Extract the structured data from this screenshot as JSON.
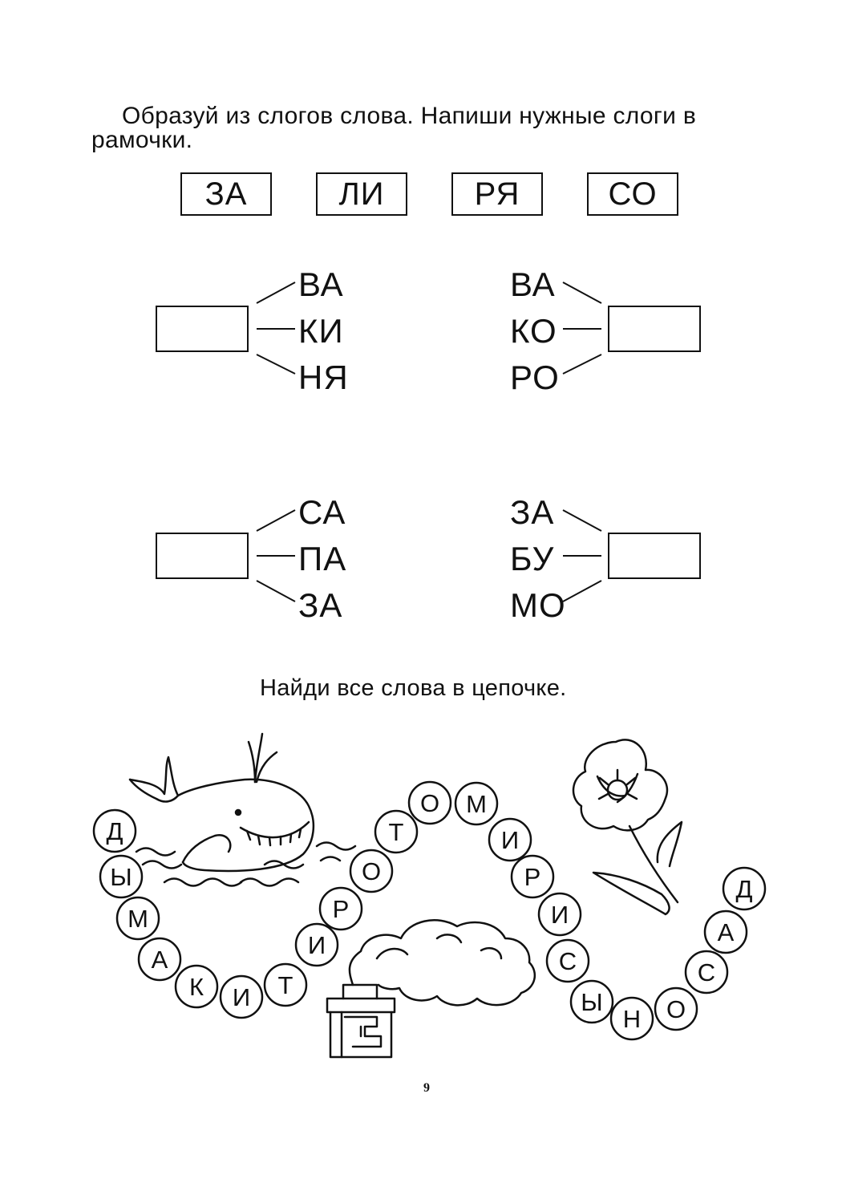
{
  "task1": {
    "instruction_line1": "Образуй из слогов слова. Напиши нужные слоги в",
    "instruction_line2": "рамочки.",
    "syllables": [
      "ЗА",
      "ЛИ",
      "РЯ",
      "СО"
    ]
  },
  "groups": [
    {
      "side": "left",
      "syllables": [
        "ВА",
        "КИ",
        "НЯ"
      ]
    },
    {
      "side": "right",
      "syllables": [
        "ВА",
        "КО",
        "РО"
      ]
    },
    {
      "side": "left",
      "syllables": [
        "СА",
        "ПА",
        "ЗА"
      ]
    },
    {
      "side": "right",
      "syllables": [
        "ЗА",
        "БУ",
        "МО"
      ]
    }
  ],
  "task2": {
    "instruction": "Найди все слова в цепочке.",
    "chain_letters": [
      "Д",
      "Ы",
      "М",
      "А",
      "К",
      "И",
      "Т",
      "И",
      "Р",
      "О",
      "Т",
      "О",
      "М",
      "И",
      "Р",
      "И",
      "С",
      "Ы",
      "Н",
      "О",
      "С",
      "А",
      "Д"
    ]
  },
  "page_number": "9",
  "illustrations": [
    "whale-icon",
    "poppy-flower-icon",
    "chimney-smoke-icon"
  ]
}
